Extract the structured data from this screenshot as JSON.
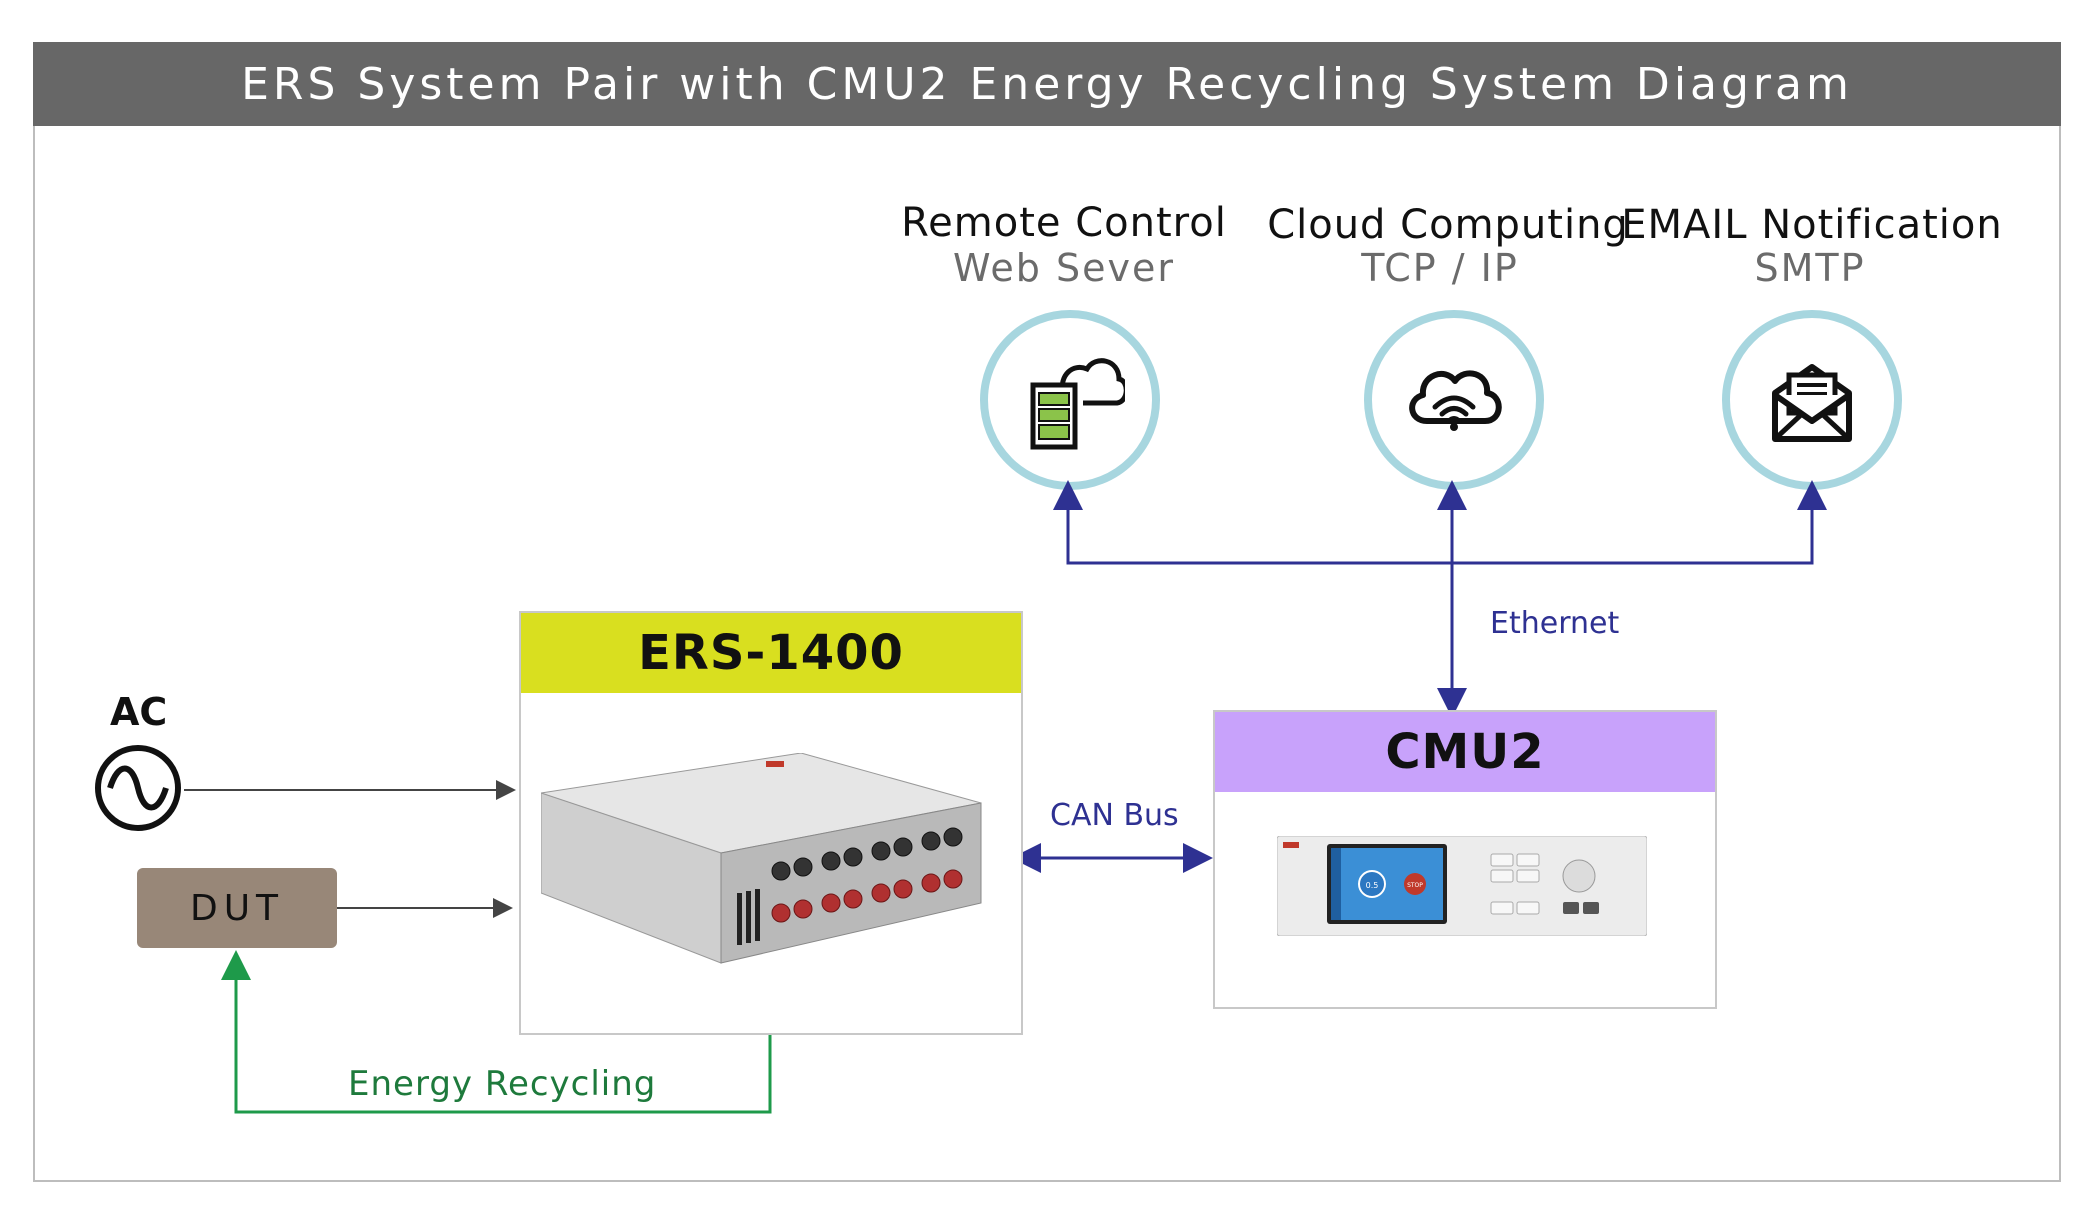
{
  "title": "ERS System Pair with CMU2 Energy Recycling System Diagram",
  "services": [
    {
      "title": "Remote Control",
      "subtitle": "Web Sever",
      "icon": "server-cloud-icon"
    },
    {
      "title": "Cloud Computing",
      "subtitle": "TCP / IP",
      "icon": "wifi-cloud-icon"
    },
    {
      "title": "EMAIL Notification",
      "subtitle": "SMTP",
      "icon": "email-icon"
    }
  ],
  "ers": {
    "label": "ERS-1400",
    "header_color": "#d9df1f"
  },
  "cmu": {
    "label": "CMU2",
    "header_color": "#c8a2fb",
    "screen_buttons": [
      "0.5",
      "STOP"
    ]
  },
  "ac_label": "AC",
  "dut_label": "DUT",
  "links": {
    "ethernet": "Ethernet",
    "can_bus": "CAN Bus",
    "energy_recycling": "Energy Recycling"
  },
  "colors": {
    "network": "#2e3192",
    "recycle": "#1e9a4a",
    "ring": "#a7d6df",
    "title_bar": "#676767",
    "dut": "#988778"
  }
}
